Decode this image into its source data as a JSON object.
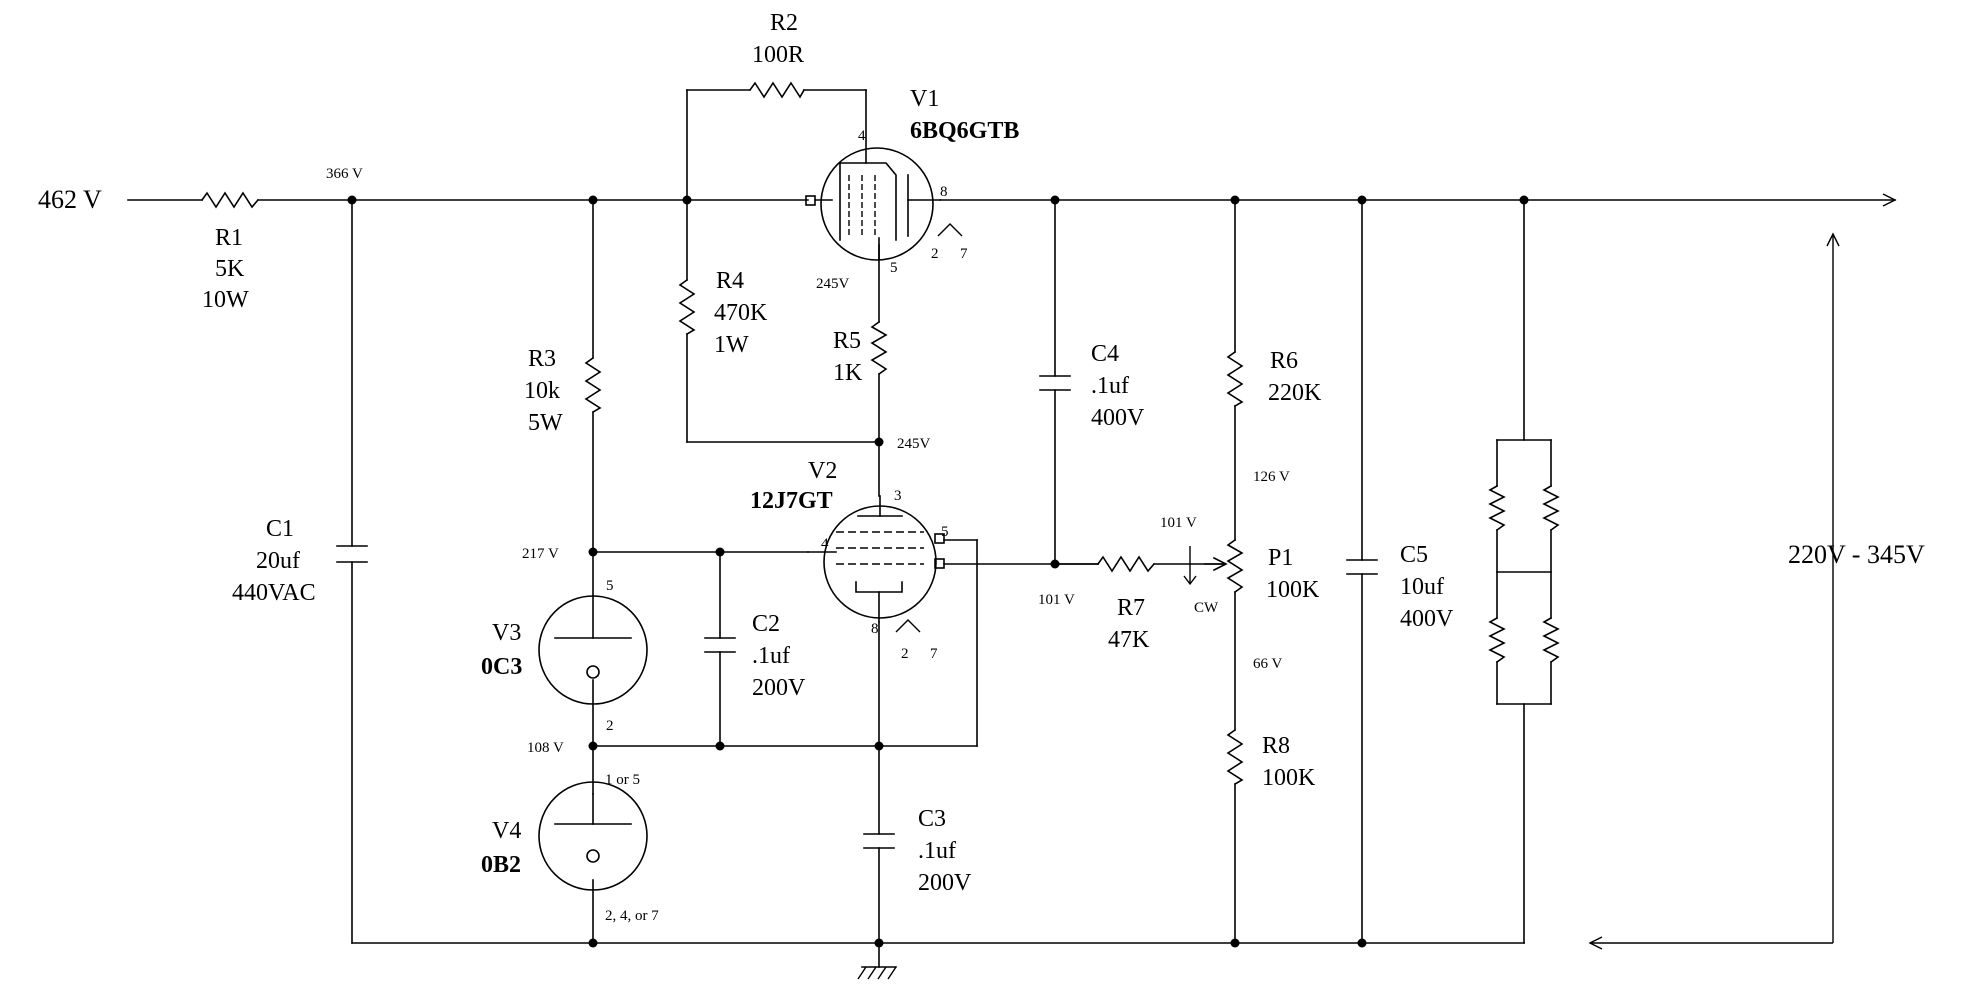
{
  "input": {
    "voltage": "462 V"
  },
  "output": {
    "range": "220V - 345V"
  },
  "nodes": {
    "n366": "366 V",
    "n245a": "245V",
    "n245b": "245V",
    "n217": "217 V",
    "n108": "108 V",
    "n101a": "101 V",
    "n101b": "101 V",
    "n126": "126 V",
    "n66": "66 V"
  },
  "components": {
    "R1": {
      "ref": "R1",
      "value": "5K",
      "rating": "10W"
    },
    "R2": {
      "ref": "R2",
      "value": "100R"
    },
    "R3": {
      "ref": "R3",
      "value": "10k",
      "rating": "5W"
    },
    "R4": {
      "ref": "R4",
      "value": "470K",
      "rating": "1W"
    },
    "R5": {
      "ref": "R5",
      "value": "1K"
    },
    "R6": {
      "ref": "R6",
      "value": "220K"
    },
    "R7": {
      "ref": "R7",
      "value": "47K"
    },
    "R8": {
      "ref": "R8",
      "value": "100K"
    },
    "P1": {
      "ref": "P1",
      "value": "100K",
      "dir": "CW"
    },
    "C1": {
      "ref": "C1",
      "value": "20uf",
      "rating": "440VAC"
    },
    "C2": {
      "ref": "C2",
      "value": ".1uf",
      "rating": "200V"
    },
    "C3": {
      "ref": "C3",
      "value": ".1uf",
      "rating": "200V"
    },
    "C4": {
      "ref": "C4",
      "value": ".1uf",
      "rating": "400V"
    },
    "C5": {
      "ref": "C5",
      "value": "10uf",
      "rating": "400V"
    },
    "V1": {
      "ref": "V1",
      "type": "6BQ6GTB",
      "pin4": "4",
      "pin8": "8",
      "pin5": "5",
      "pin2": "2",
      "pin7": "7"
    },
    "V2": {
      "ref": "V2",
      "type": "12J7GT",
      "pin3": "3",
      "pin4": "4",
      "pin5": "5",
      "pin8": "8",
      "pin2": "2",
      "pin7": "7"
    },
    "V3": {
      "ref": "V3",
      "type": "0C3",
      "pin5": "5",
      "pin2": "2"
    },
    "V4": {
      "ref": "V4",
      "type": "0B2",
      "pin_top": "1 or 5",
      "pin_bottom": "2, 4, or 7"
    }
  }
}
